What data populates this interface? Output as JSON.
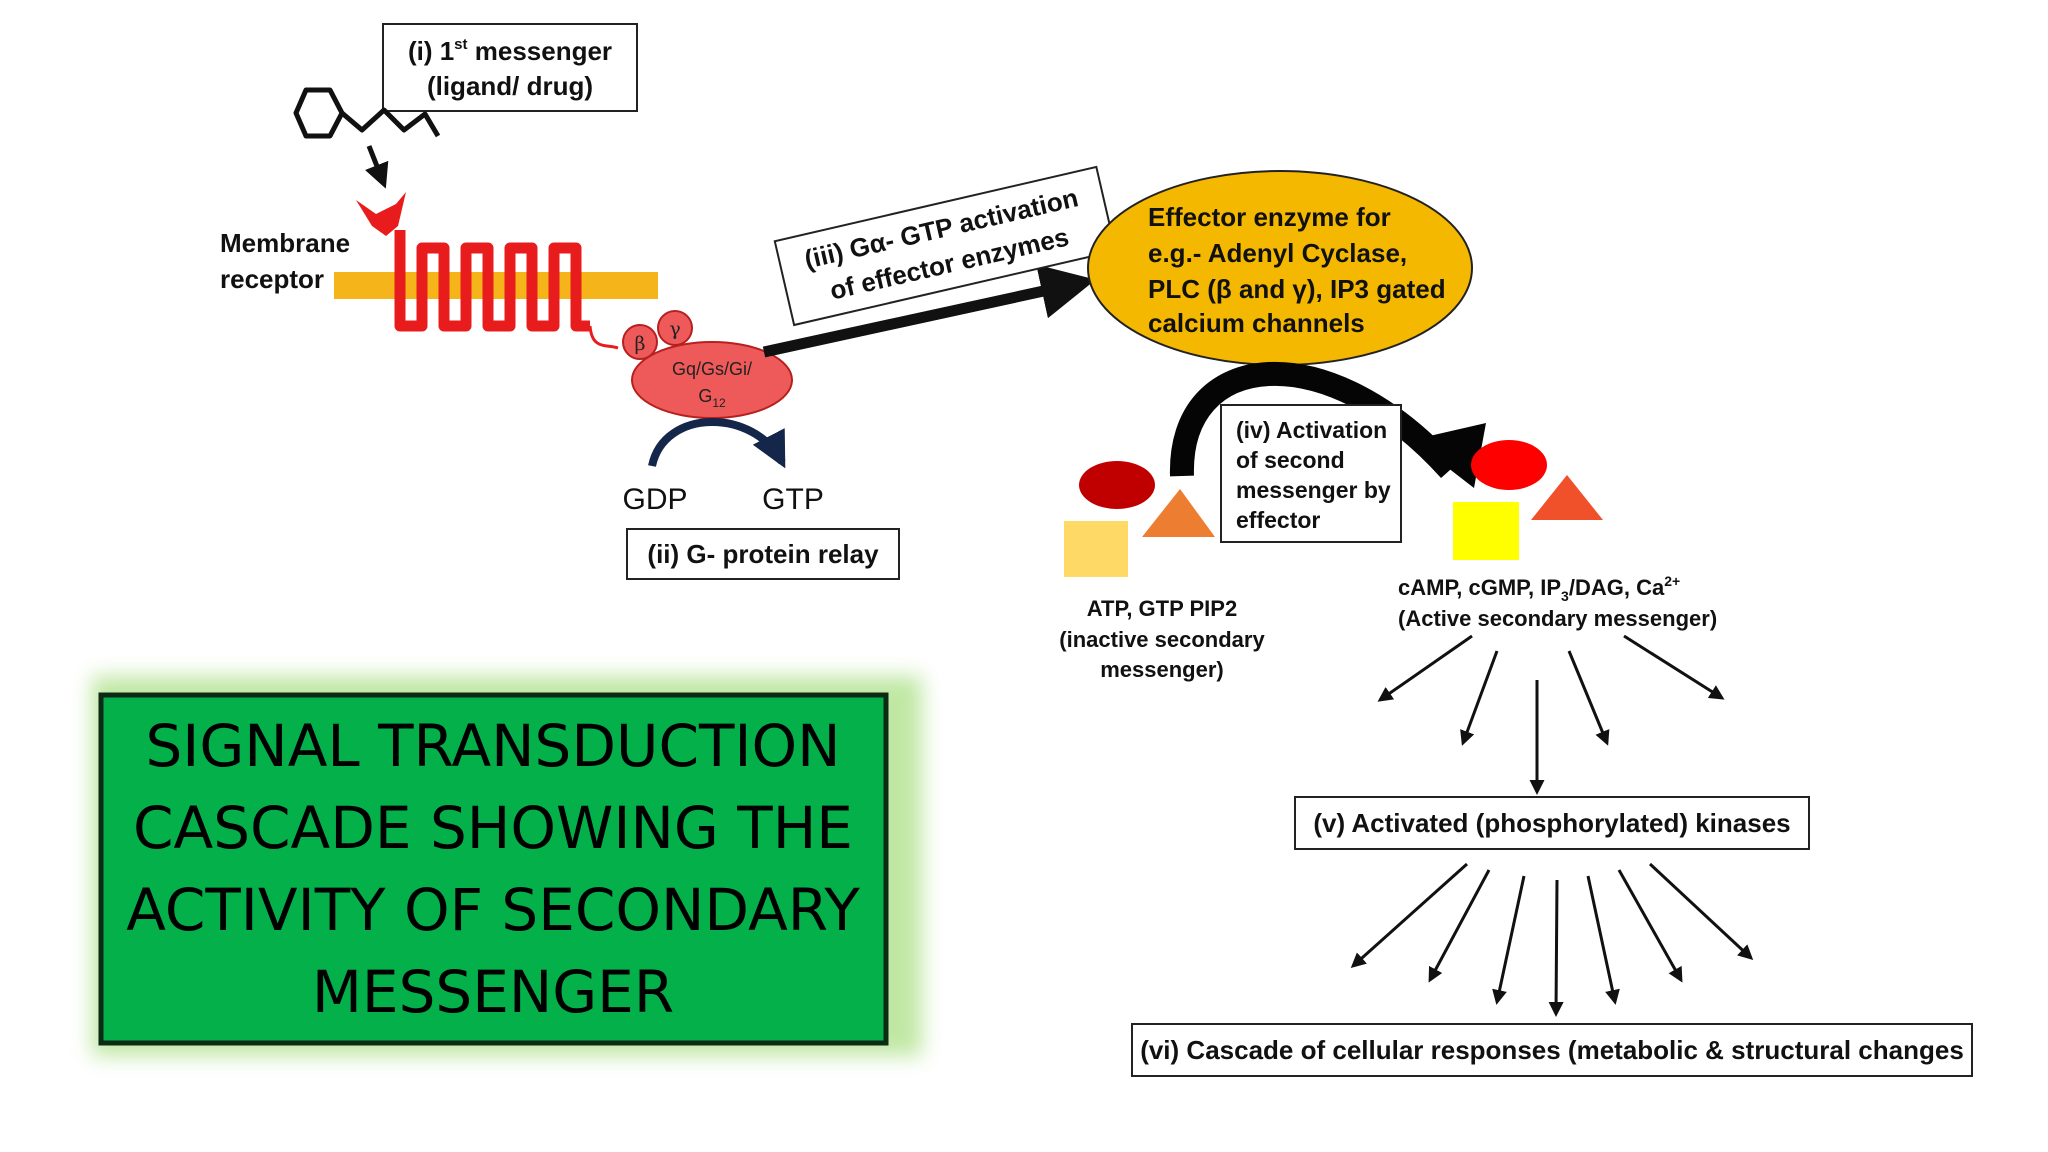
{
  "first_messenger": {
    "line1_prefix": "(i) 1",
    "line1_sup": "st",
    "line1_suffix": " messenger",
    "line2": "(ligand/ drug)"
  },
  "membrane_receptor": {
    "line1": "Membrane",
    "line2": "receptor"
  },
  "g_protein": {
    "beta": "β",
    "gamma": "γ",
    "subtypes_line1": "Gq/Gs/Gi/",
    "subtypes_line2_main": "G",
    "subtypes_line2_sub": "12",
    "gdp": "GDP",
    "gtp": "GTP"
  },
  "relay_label": "(ii) G- protein relay",
  "activation_label": {
    "line1": "(iii) Gα- GTP activation",
    "line2": "of effector enzymes"
  },
  "effector_enzyme": {
    "line1": "Effector enzyme for",
    "line2": "e.g.- Adenyl Cyclase,",
    "line3": "PLC (β and γ), IP3 gated",
    "line4": "calcium channels"
  },
  "second_messenger_activation": {
    "line1": "(iv) Activation",
    "line2": "of second",
    "line3": "messenger by",
    "line4": "effector"
  },
  "inactive_messenger": {
    "line1": "ATP, GTP PIP2",
    "line2": "(inactive secondary",
    "line3": "messenger)"
  },
  "active_messenger": {
    "line1_a": "cAMP, cGMP, IP",
    "line1_sub": "3",
    "line1_b": "/DAG, Ca",
    "line1_sup": "2+",
    "line2": "(Active secondary messenger)"
  },
  "kinases_label": "(v) Activated (phosphorylated) kinases",
  "cascade_label": "(vi) Cascade of cellular responses (metabolic & structural changes",
  "title": {
    "line1": "SIGNAL TRANSDUCTION",
    "line2": "CASCADE SHOWING THE",
    "line3": "ACTIVITY OF SECONDARY",
    "line4": "MESSENGER"
  },
  "colors": {
    "receptor_red": "#e81c1c",
    "membrane_orange": "#f5b41a",
    "g_protein_fill": "#ee5a5a",
    "effector_fill": "#f5b800",
    "title_box_green": "#03b04a",
    "inactive_circle": "#c00000",
    "inactive_square": "#ffd966",
    "inactive_triangle": "#ed7d31",
    "active_circle": "#ff0000",
    "active_square": "#ffff00",
    "active_triangle": "#f0502a"
  }
}
